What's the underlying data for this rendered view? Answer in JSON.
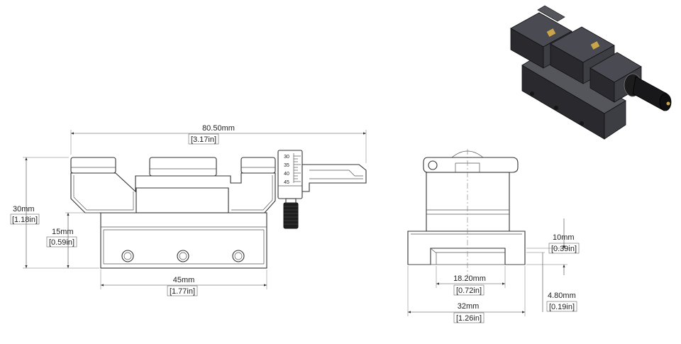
{
  "dimensions": {
    "overall_length": {
      "mm": "80.50mm",
      "in": "[3.17in]"
    },
    "overall_height": {
      "mm": "30mm",
      "in": "[1.18in]"
    },
    "base_height": {
      "mm": "15mm",
      "in": "[0.59in]"
    },
    "base_length": {
      "mm": "45mm",
      "in": "[1.77in]"
    },
    "slot_width": {
      "mm": "18.20mm",
      "in": "[0.72in]"
    },
    "side_width": {
      "mm": "32mm",
      "in": "[1.26in]"
    },
    "slot_depth": {
      "mm": "10mm",
      "in": "[0.39in]"
    },
    "slot_offset": {
      "mm": "4.80mm",
      "in": "[0.19in]"
    }
  },
  "micrometer_scale": [
    "30",
    "35",
    "40",
    "45"
  ],
  "colors": {
    "line": "#333333",
    "iso_dark": "#2a2a2e",
    "iso_mid": "#3d3d44",
    "iso_light": "#55555c",
    "accent": "#c9a449"
  }
}
